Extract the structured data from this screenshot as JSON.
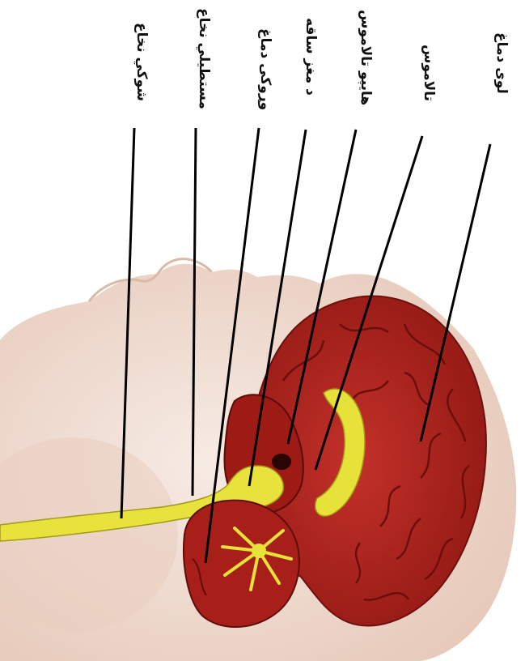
{
  "diagram": {
    "labels": [
      {
        "id": "cerebrum",
        "text": "لوی دماغ"
      },
      {
        "id": "thalamus",
        "text": "تالاموس"
      },
      {
        "id": "hypothalamus",
        "text": "هایپو تالاموس"
      },
      {
        "id": "brainstem",
        "text": "د مغز ساقه"
      },
      {
        "id": "cerebellum",
        "text": "وړوکی دماغ"
      },
      {
        "id": "medulla",
        "text": "مستطیلي نخاع"
      },
      {
        "id": "spinal-cord",
        "text": "شوکي نخاع"
      }
    ],
    "colors": {
      "brain": "#b3211b",
      "brain_dark": "#7e120f",
      "nerve": "#e6e23a",
      "skin": "#ecd3c6",
      "skin_light": "#f4e7df",
      "leader": "#000000"
    }
  }
}
